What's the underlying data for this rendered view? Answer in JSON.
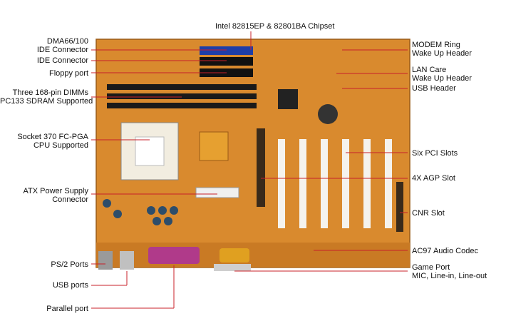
{
  "labels": {
    "chipset": "Intel 82815EP & 82801BA Chipset",
    "dma_1": "DMA66/100",
    "dma_2": "IDE Connector",
    "ide": "IDE Connector",
    "floppy": "Floppy port",
    "dimm_1": "Three 168-pin DIMMs",
    "dimm_2": "PC133 SDRAM Supported",
    "socket_1": "Socket 370 FC-PGA",
    "socket_2": "CPU Supported",
    "atx_1": "ATX Power Supply",
    "atx_2": "Connector",
    "ps2": "PS/2 Ports",
    "usb_ports": "USB ports",
    "parallel": "Parallel port",
    "modem_1": "MODEM Ring",
    "modem_2": "Wake Up Header",
    "lan_1": "LAN Care",
    "lan_2": "Wake Up Header",
    "usb_header": "USB Header",
    "pci": "Six PCI Slots",
    "agp": "4X AGP Slot",
    "cnr": "CNR Slot",
    "ac97": "AC97 Audio Codec",
    "game_1": "Game Port",
    "game_2": "MIC, Line-in, Line-out"
  },
  "colors": {
    "board": "#d98a2e",
    "board_dark": "#b86d1e",
    "leader": "#c8202a",
    "ide_blue": "#1e3ea8",
    "parallel": "#b03a8a",
    "game": "#e0a020"
  }
}
